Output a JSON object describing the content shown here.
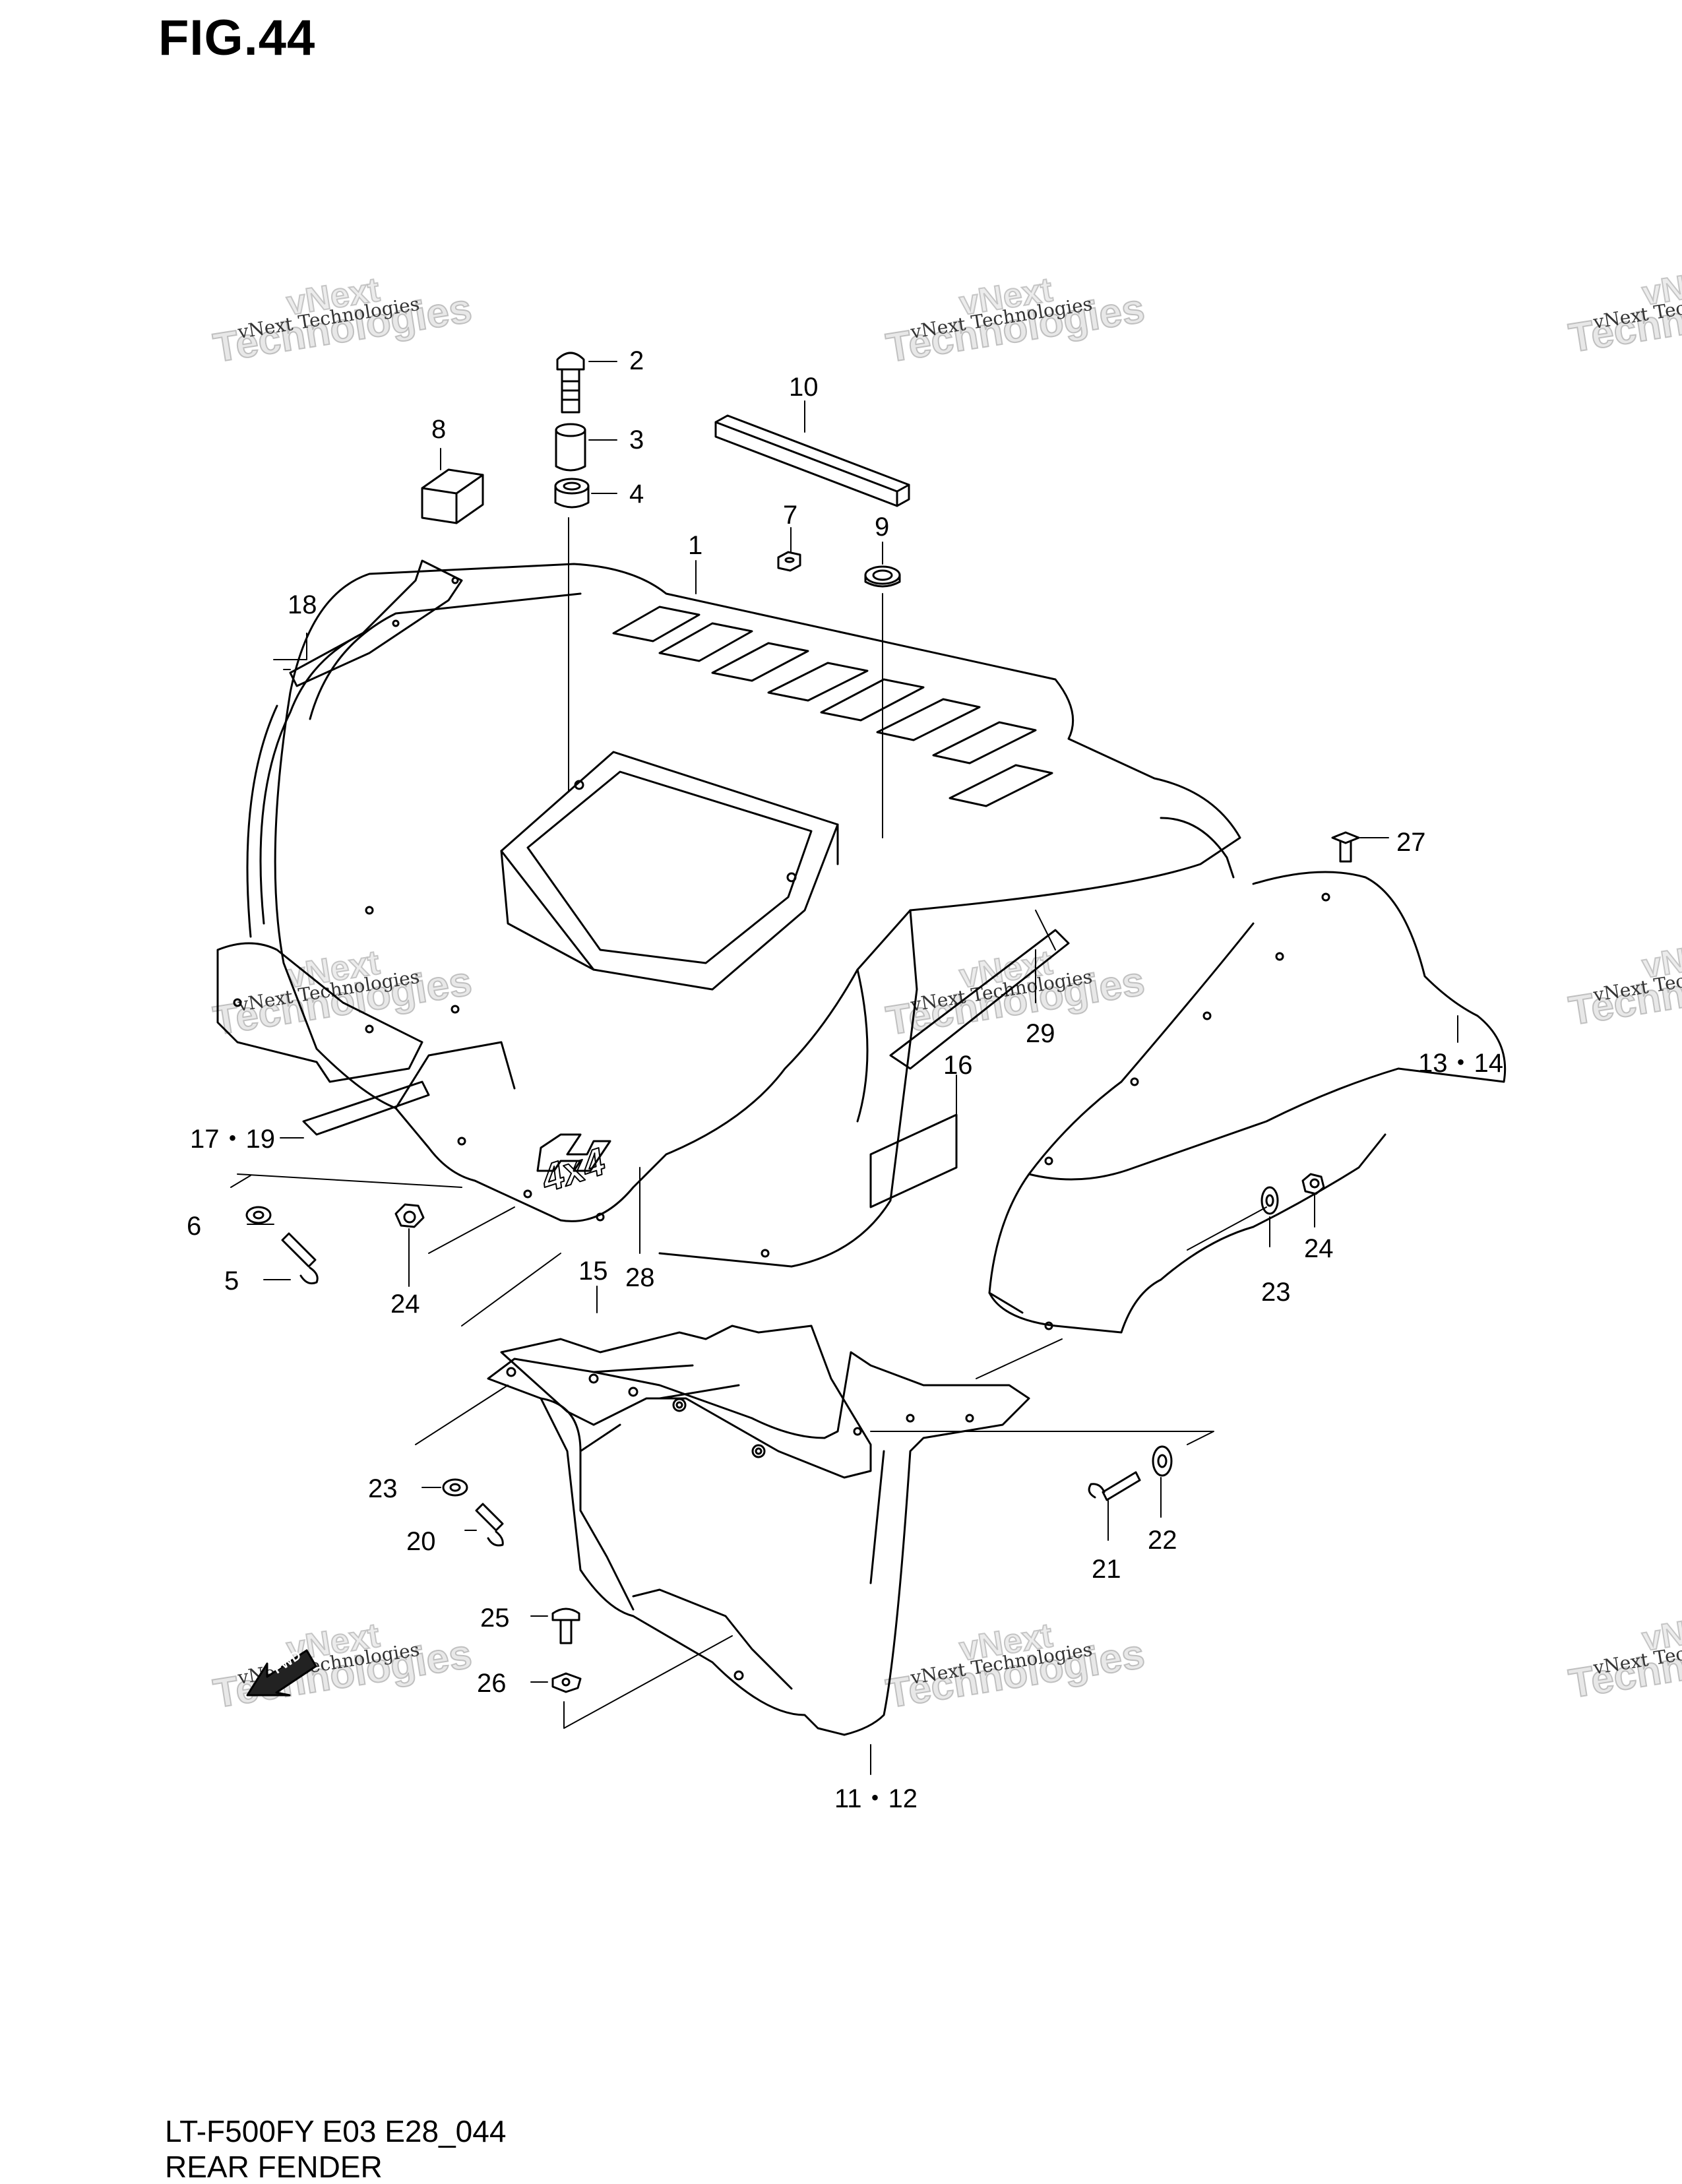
{
  "figure": {
    "title": "FIG.44"
  },
  "footer": {
    "model_code": "LT-F500FY E03 E28_044",
    "section_name": "REAR FENDER"
  },
  "watermark": {
    "line1": "vNext",
    "line2": "vNext Technologies",
    "line3": "Technologies"
  },
  "direction_badge": {
    "label": "FWD"
  },
  "callouts": [
    "1",
    "2",
    "3",
    "4",
    "5",
    "6",
    "7",
    "8",
    "9",
    "10",
    "11・12",
    "13・14",
    "15",
    "16",
    "17・19",
    "18",
    "20",
    "21",
    "22",
    "23",
    "23",
    "24",
    "24",
    "25",
    "26",
    "27",
    "28",
    "29"
  ],
  "colors": {
    "line": "#000000",
    "watermark": "#969696"
  }
}
